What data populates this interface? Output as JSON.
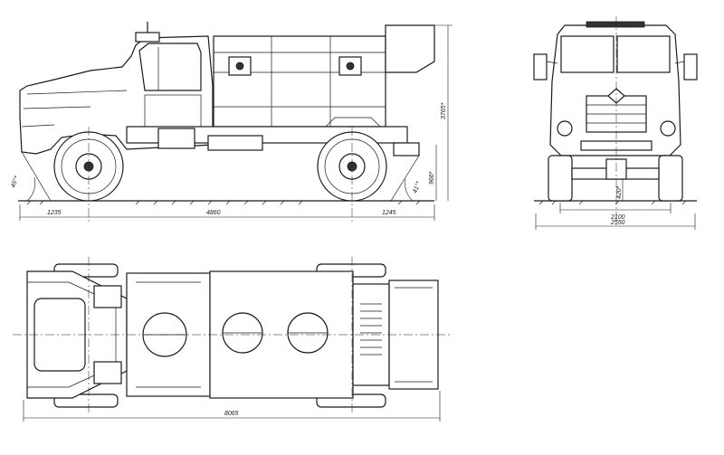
{
  "side_view": {
    "dim_front_overhang": "1235",
    "dim_wheelbase": "4860",
    "dim_rear_overhang": "1245",
    "dim_height": "3765*",
    "dim_rear_height": "966*",
    "approach_angle": "45°*",
    "departure_angle": "41°*"
  },
  "front_view": {
    "dim_track": "2100",
    "dim_width": "2550",
    "dim_clearance": "420*"
  },
  "top_view": {
    "dim_length": "8065"
  }
}
